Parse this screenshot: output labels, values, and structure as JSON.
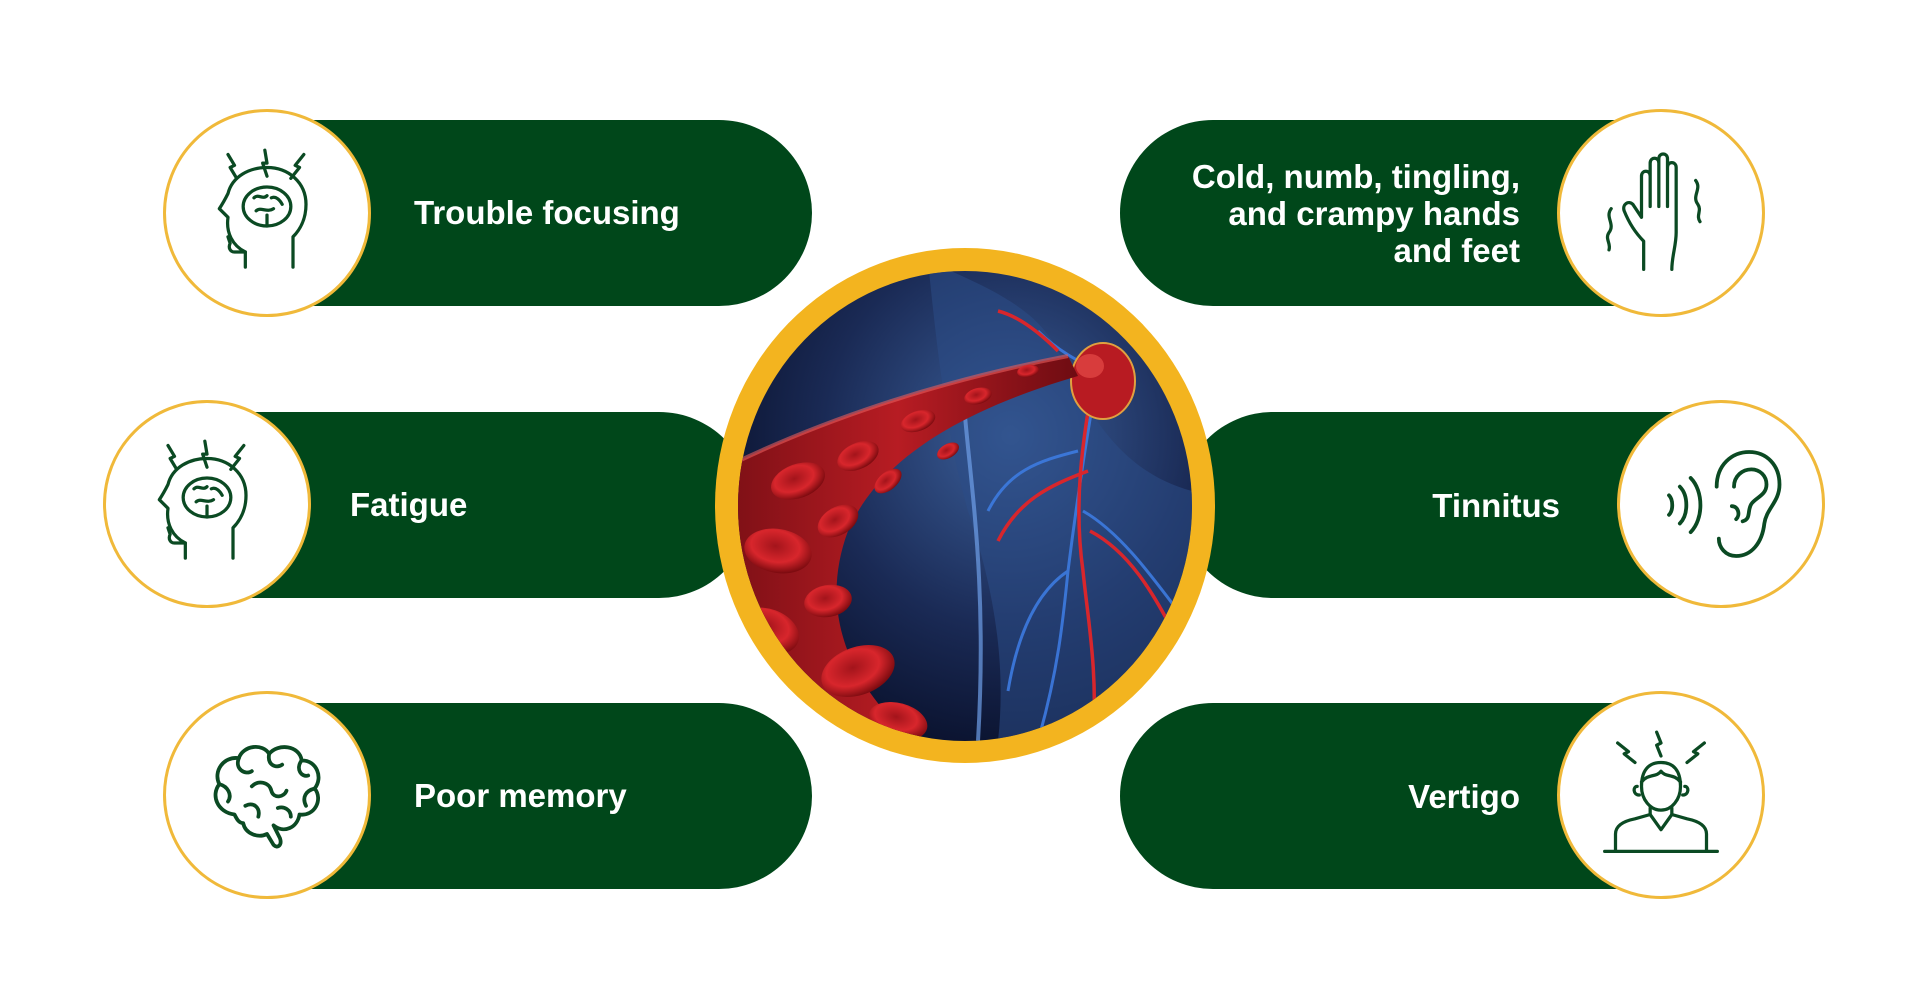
{
  "symptoms": {
    "trouble_focusing": {
      "label": "Trouble focusing",
      "icon": "head-brain-lightning-icon"
    },
    "fatigue": {
      "label": "Fatigue",
      "icon": "head-brain-lightning-icon"
    },
    "poor_memory": {
      "label": "Poor memory",
      "icon": "brain-icon"
    },
    "cold_hands": {
      "label": "Cold, numb, tingling, and crampy hands and feet",
      "label_lines": [
        "Cold, numb, tingling,",
        "and crampy hands",
        "and feet"
      ],
      "icon": "shaking-hand-icon"
    },
    "tinnitus": {
      "label": "Tinnitus",
      "icon": "ear-sound-icon"
    },
    "vertigo": {
      "label": "Vertigo",
      "icon": "person-dizzy-icon"
    }
  },
  "center_image": {
    "icon": "blood-vessel-heart-illustration"
  },
  "colors": {
    "pill": "#00471a",
    "badge_border": "#f0b93a",
    "ring": "#f3b41f",
    "icon": "#0b4a23"
  }
}
